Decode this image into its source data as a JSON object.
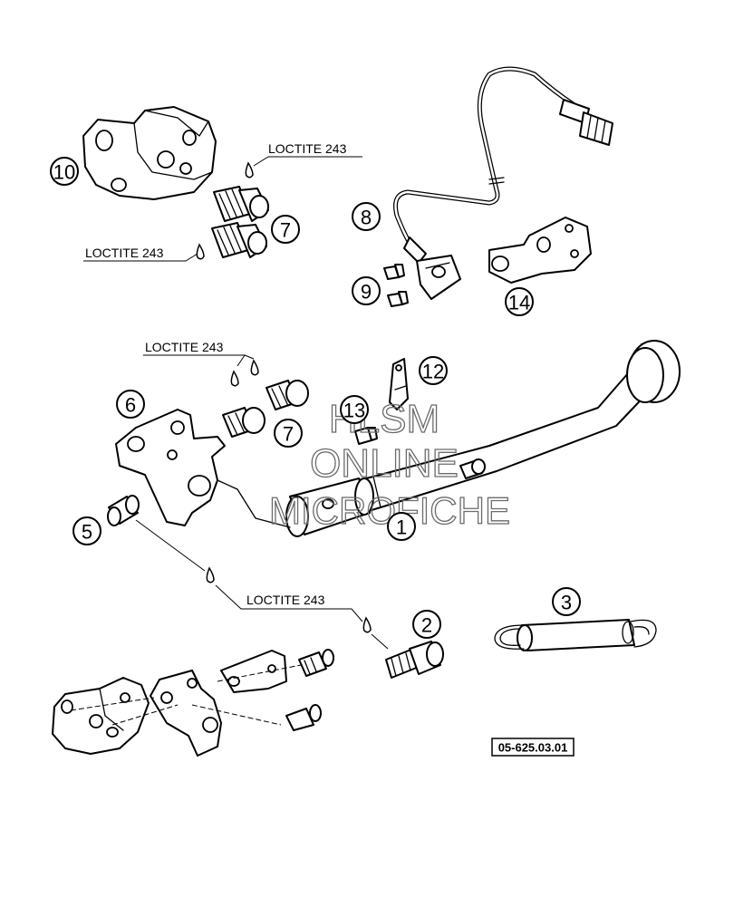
{
  "callouts": {
    "c1": "1",
    "c2": "2",
    "c3": "3",
    "c5": "5",
    "c6": "6",
    "c7a": "7",
    "c7b": "7",
    "c8": "8",
    "c9": "9",
    "c10": "10",
    "c12": "12",
    "c13": "13",
    "c14": "14"
  },
  "loctite": {
    "a": "LOCTITE 243",
    "b": "LOCTITE 243",
    "c": "LOCTITE 243",
    "d": "LOCTITE 243"
  },
  "watermark": {
    "line1": "HLSM",
    "line2": "ONLINE",
    "line3": "MICROFICHE"
  },
  "reference_code": "05-625.03.01"
}
